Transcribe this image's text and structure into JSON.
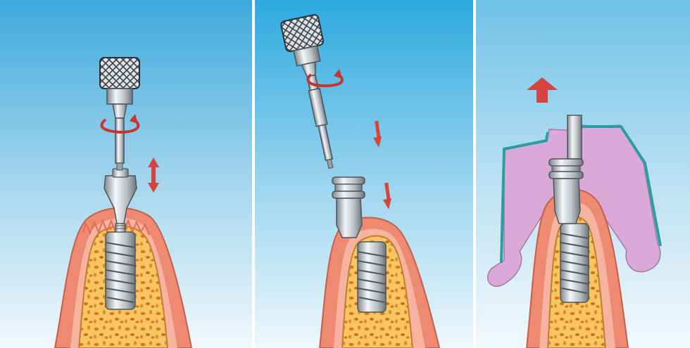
{
  "panels": [
    {
      "id": "panel-1",
      "step": "insert-abutment",
      "icons": [
        "screwdriver-icon",
        "rotate-arrow-icon",
        "up-down-arrow-icon",
        "abutment-icon",
        "implant-icon",
        "bone-icon",
        "gum-icon"
      ]
    },
    {
      "id": "panel-2",
      "step": "insert-impression-post",
      "icons": [
        "screwdriver-icon",
        "rotate-arrow-icon",
        "down-arrow-icon",
        "impression-post-icon",
        "implant-icon",
        "bone-icon",
        "gum-icon"
      ]
    },
    {
      "id": "panel-3",
      "step": "remove-impression-tray",
      "icons": [
        "up-arrow-icon",
        "impression-tray-icon",
        "impression-material-icon",
        "impression-post-icon",
        "implant-icon",
        "bone-icon",
        "gum-icon"
      ]
    }
  ],
  "colors": {
    "sky_top": "#2aa8dd",
    "sky_bottom": "#eaf6fb",
    "gum": "#ee8a72",
    "gum_light": "#f7c2b0",
    "bone": "#f6c05a",
    "bone_pore": "#d9781e",
    "metal": "#c9cdd1",
    "arrow": "#d6453d",
    "tray": "#2a9ea0",
    "impression_material": "#d8a6d6"
  }
}
